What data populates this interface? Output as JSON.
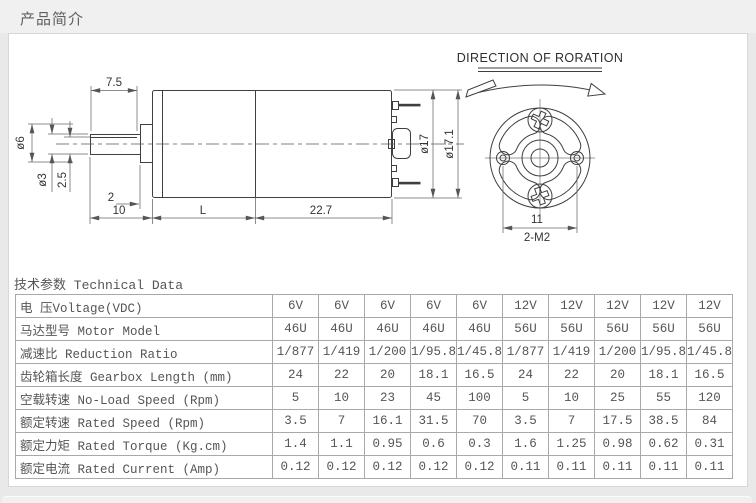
{
  "header": {
    "title": "产品简介"
  },
  "drawing": {
    "direction_label": "DIRECTION OF RORATION",
    "dims": {
      "flat_length": "7.5",
      "boss_diameter": "ø6",
      "shaft_diameter": "ø3",
      "flat_height": "2.5",
      "boss_width": "2",
      "shaft_length": "10",
      "gearbox_length": "L",
      "motor_length": "22.7",
      "gearbox_diameter": "ø17",
      "motor_diameter": "ø17.1",
      "hole_spacing": "11",
      "mounting_holes": "2-M2"
    }
  },
  "table": {
    "title": "技术参数 Technical Data",
    "rows": [
      {
        "label": "电 压Voltage(VDC)",
        "values": [
          "6V",
          "6V",
          "6V",
          "6V",
          "6V",
          "12V",
          "12V",
          "12V",
          "12V",
          "12V"
        ]
      },
      {
        "label": "马达型号 Motor Model",
        "values": [
          "46U",
          "46U",
          "46U",
          "46U",
          "46U",
          "56U",
          "56U",
          "56U",
          "56U",
          "56U"
        ]
      },
      {
        "label": "减速比 Reduction Ratio",
        "values": [
          "1/877",
          "1/419",
          "1/200",
          "1/95.8",
          "1/45.8",
          "1/877",
          "1/419",
          "1/200",
          "1/95.8",
          "1/45.8"
        ]
      },
      {
        "label": "齿轮箱长度 Gearbox Length (mm)",
        "values": [
          "24",
          "22",
          "20",
          "18.1",
          "16.5",
          "24",
          "22",
          "20",
          "18.1",
          "16.5"
        ]
      },
      {
        "label": "空载转速 No-Load Speed (Rpm)",
        "values": [
          "5",
          "10",
          "23",
          "45",
          "100",
          "5",
          "10",
          "25",
          "55",
          "120"
        ]
      },
      {
        "label": "额定转速 Rated Speed (Rpm)",
        "values": [
          "3.5",
          "7",
          "16.1",
          "31.5",
          "70",
          "3.5",
          "7",
          "17.5",
          "38.5",
          "84"
        ]
      },
      {
        "label": "额定力矩 Rated Torque (Kg.cm)",
        "values": [
          "1.4",
          "1.1",
          "0.95",
          "0.6",
          "0.3",
          "1.6",
          "1.25",
          "0.98",
          "0.62",
          "0.31"
        ]
      },
      {
        "label": "额定电流 Rated Current (Amp)",
        "values": [
          "0.12",
          "0.12",
          "0.12",
          "0.12",
          "0.12",
          "0.11",
          "0.11",
          "0.11",
          "0.11",
          "0.11"
        ]
      }
    ]
  }
}
